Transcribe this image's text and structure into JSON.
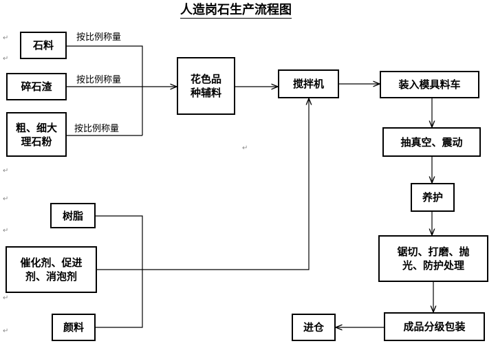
{
  "title": "人造岗石生产流程图",
  "nodes": {
    "stone": "石料",
    "gravel": "碎石渣",
    "marble_powder": "粗、细大理石粉",
    "pigment_aux": "花色品种辅料",
    "mixer": "搅拌机",
    "mold_cart": "装入模具料车",
    "vacuum": "抽真空、震动",
    "curing": "养护",
    "finishing": "锯切、打磨、抛光、防护处理",
    "grading": "成品分级包装",
    "storage": "进仓",
    "resin": "树脂",
    "catalyst": "催化剂、促进剂、消泡剂",
    "color": "颜料"
  },
  "labels": {
    "ratio_1": "按比例称量",
    "ratio_2": "按比例称量",
    "ratio_3": "按比例称量"
  },
  "para_mark": "↵"
}
